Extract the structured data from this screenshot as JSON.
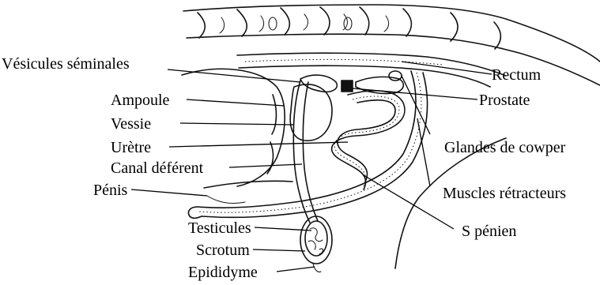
{
  "labels": {
    "vesicules": "Vésicules séminales",
    "ampoule": "Ampoule",
    "vessie": "Vessie",
    "uretre": "Urètre",
    "canal": "Canal déférent",
    "penis": "Pénis",
    "testicules": "Testicules",
    "scrotum": "Scrotum",
    "epididyme": "Epididyme",
    "rectum": "Rectum",
    "prostate": "Prostate",
    "cowper": "Glandes de cowper",
    "muscles": "Muscles rétracteurs",
    "s_penien": "S pénien"
  },
  "colors": {
    "ink": "#111111",
    "background": "#ffffff"
  }
}
